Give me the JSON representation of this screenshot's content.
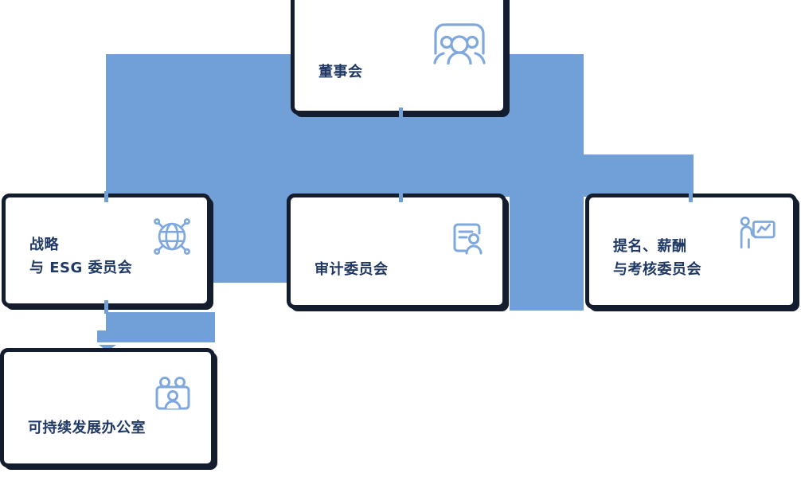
{
  "palette": {
    "connector_blue": "#71A0D8",
    "card_border": "#141D2E",
    "label_color": "#1F3864",
    "icon_blue": "#7FA8DE",
    "card_bg": "#FFFFFF",
    "page_bg": "#FFFFFF"
  },
  "org_chart": {
    "type": "organization-diagram",
    "nodes": [
      {
        "id": "board",
        "label": "董事会",
        "lines": [
          "董事会"
        ],
        "icon": "board-members-icon",
        "children": [
          "strategy_esg",
          "audit",
          "nomination"
        ]
      },
      {
        "id": "strategy_esg",
        "label": "战略与 ESG 委员会",
        "lines": [
          "战略",
          "与 ESG 委员会"
        ],
        "icon": "globe-network-icon",
        "children": [
          "sustainability_office"
        ]
      },
      {
        "id": "audit",
        "label": "审计委员会",
        "lines": [
          "审计委员会"
        ],
        "icon": "audit-record-icon",
        "children": []
      },
      {
        "id": "nomination",
        "label": "提名、薪酬与考核委员会",
        "lines": [
          "提名、薪酬",
          "与考核委员会"
        ],
        "icon": "presentation-icon",
        "children": []
      },
      {
        "id": "sustainability_office",
        "label": "可持续发展办公室",
        "lines": [
          "可持续发展办公室"
        ],
        "icon": "meeting-icon",
        "children": []
      }
    ]
  }
}
